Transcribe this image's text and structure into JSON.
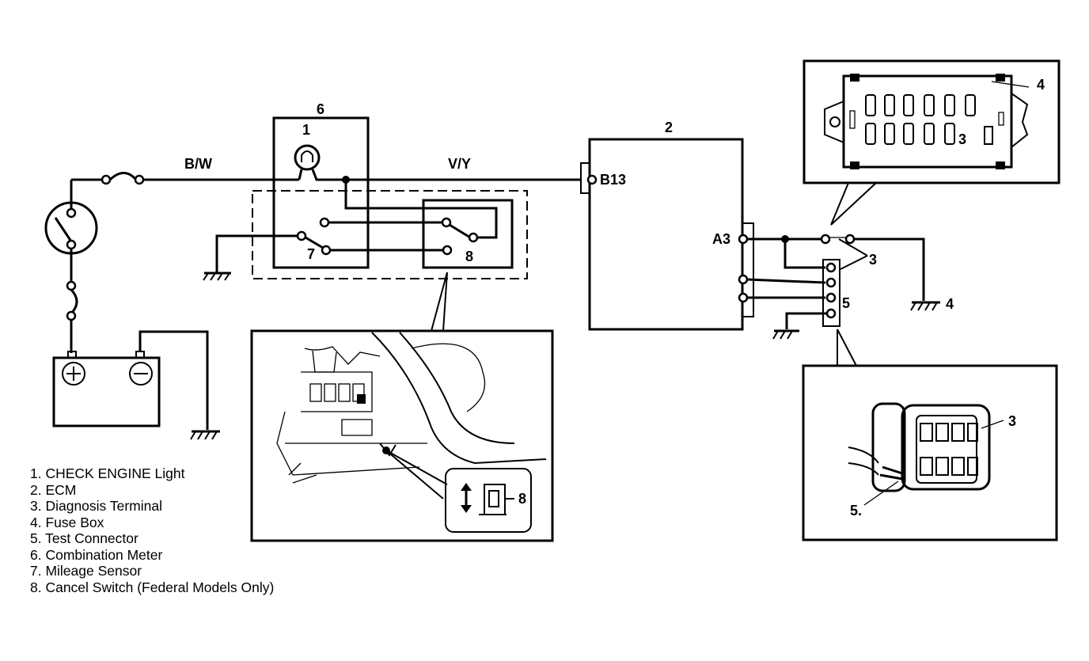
{
  "labels": {
    "wire_bw": "B/W",
    "wire_vy": "V/Y",
    "pin_b13": "B13",
    "pin_a3": "A3",
    "n1": "1",
    "n2": "2",
    "n3": "3",
    "n4": "4",
    "n5": "5",
    "n5dot": "5.",
    "n6": "6",
    "n7": "7",
    "n8": "8"
  },
  "legend": [
    "1. CHECK ENGINE Light",
    "2. ECM",
    "3. Diagnosis Terminal",
    "4. Fuse Box",
    "5. Test Connector",
    "6. Combination Meter",
    "7. Mileage Sensor",
    "8. Cancel Switch (Federal Models Only)"
  ]
}
